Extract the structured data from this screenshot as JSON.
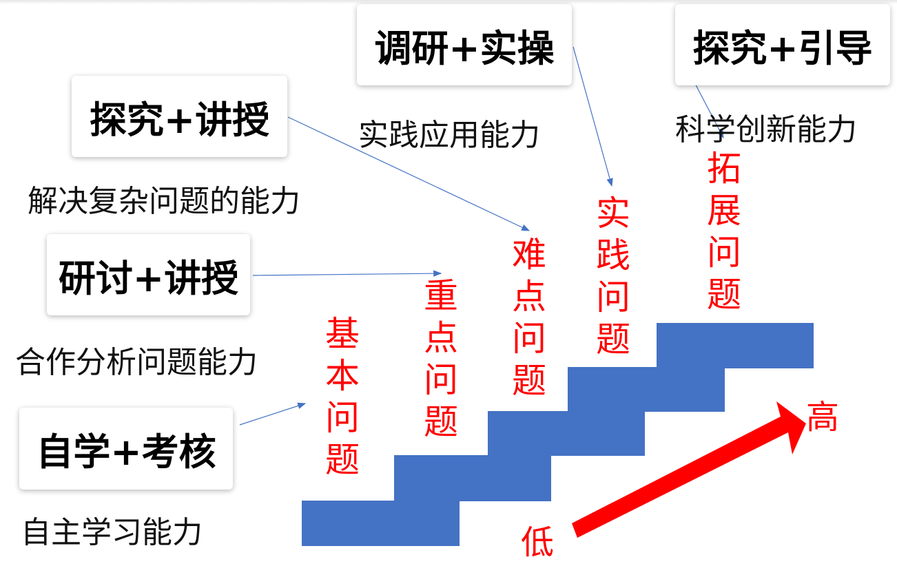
{
  "methods": [
    {
      "label": "自学+考核",
      "ability": "自主学习能力"
    },
    {
      "label": "研讨+讲授",
      "ability": "合作分析问题能力"
    },
    {
      "label": "探究+讲授",
      "ability": "解决复杂问题的能力"
    },
    {
      "label": "调研+实操",
      "ability": "实践应用能力"
    },
    {
      "label": "探究+引导",
      "ability": "科学创新能力"
    }
  ],
  "steps": [
    "基本问题",
    "重点问题",
    "难点问题",
    "实践问题",
    "拓展问题"
  ],
  "scale": {
    "low": "低",
    "high": "高"
  },
  "colors": {
    "stair": "#4472c4",
    "accent": "#ff0000",
    "connector": "#4472c4"
  }
}
